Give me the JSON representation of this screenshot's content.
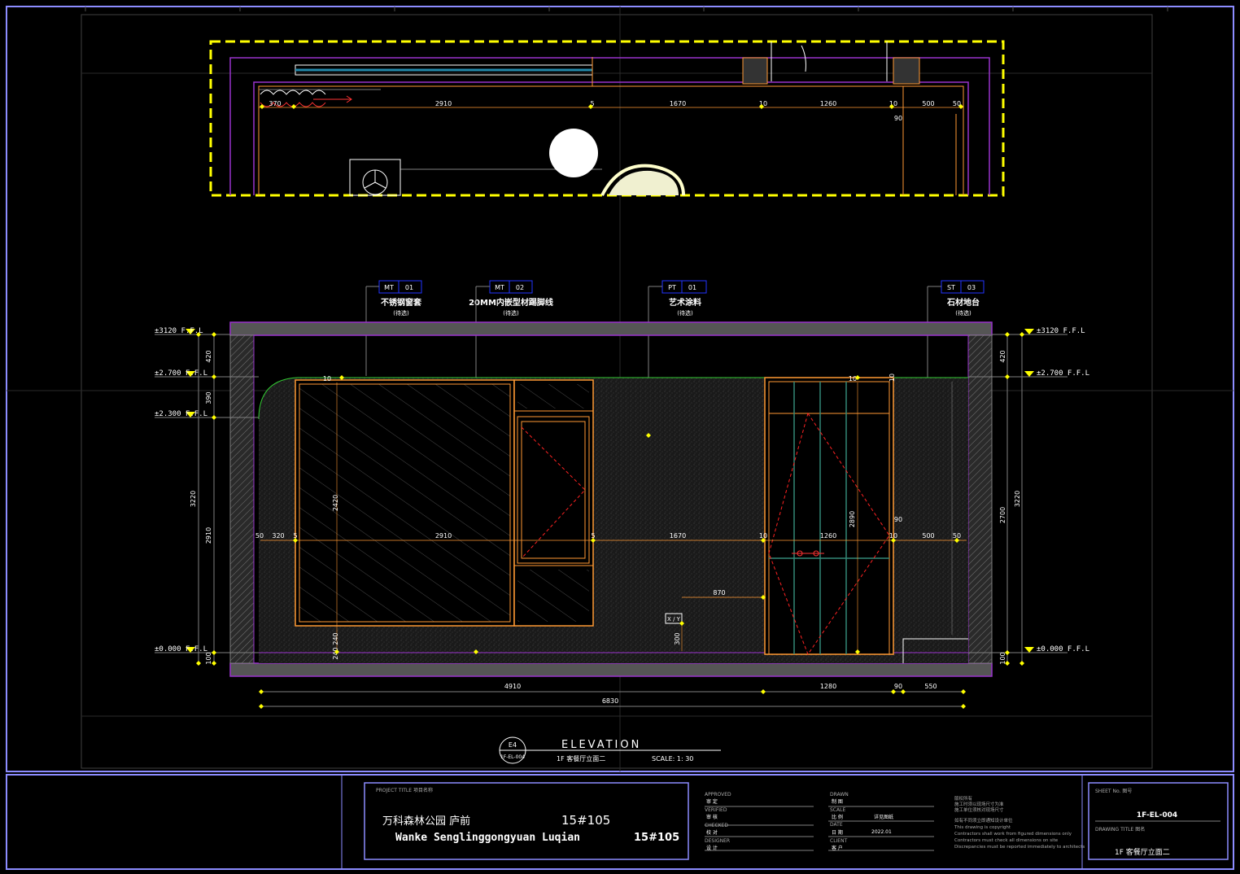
{
  "colors": {
    "background": "#000000",
    "frame": "#8c8cff",
    "yellow": "#ffff00",
    "purple": "#9933cc",
    "orange": "#ff9933",
    "white": "#ffffff",
    "gray": "#808080",
    "blue": "#2233ff",
    "red": "#ff2222",
    "green": "#33cc33",
    "teal": "#338877"
  },
  "plan": {
    "dims": [
      "370",
      "2910",
      "5",
      "1670",
      "10",
      "1260",
      "10",
      "500",
      "50",
      "90"
    ]
  },
  "materials": [
    {
      "code": "MT",
      "num": "01",
      "name": "不锈钢窗套",
      "note": "(待选)"
    },
    {
      "code": "MT",
      "num": "02",
      "name": "20MM内嵌型材踢脚线",
      "note": "(待选)"
    },
    {
      "code": "PT",
      "num": "01",
      "name": "艺术涂料",
      "note": "(待选)"
    },
    {
      "code": "ST",
      "num": "03",
      "name": "石材地台",
      "note": "(待选)"
    }
  ],
  "levels": {
    "left": [
      "±3120 F.F.L",
      "±2.700 F.F.L",
      "±2.300 F.F.L",
      "±0.000 F.F.L"
    ],
    "right": [
      "±3120 F.F.L",
      "±2.700 F.F.L",
      "±0.000 F.F.L"
    ]
  },
  "elevation": {
    "left_dims": [
      "420",
      "390",
      "3220",
      "2910",
      "240",
      "100"
    ],
    "right_dims": [
      "420",
      "3220",
      "2700",
      "100"
    ],
    "horizontal_dims": [
      "50",
      "320",
      "5",
      "2910",
      "5",
      "1670",
      "10",
      "1260",
      "10",
      "500",
      "50"
    ],
    "inner_dims": [
      "2420",
      "2890",
      "90",
      "870",
      "300",
      "240",
      "10",
      "10",
      "10"
    ],
    "switch_label": "X / Y",
    "bottom_dims": [
      "4910",
      "1280",
      "90",
      "550"
    ],
    "total_dim": "6830"
  },
  "title_block": {
    "drawing_no_top": "E4",
    "drawing_no_bottom": "1F-EL-004",
    "title": "ELEVATION",
    "subtitle": "1F  客餐厅立面二",
    "scale": "SCALE: 1: 30"
  },
  "project": {
    "label": "PROJECT TITLE   项目名称",
    "name_cn": "万科森林公园 庐前",
    "name_code_cn": "15#105",
    "name_en": "Wanke Senglinggongyuan Luqian",
    "name_code_en": "15#105"
  },
  "signatures": {
    "left": [
      {
        "en": "APPROVED",
        "cn": "审 定"
      },
      {
        "en": "VERIFIED",
        "cn": "审 核"
      },
      {
        "en": "CHECKED",
        "cn": "校 对"
      },
      {
        "en": "DESIGNER",
        "cn": "设 计"
      }
    ],
    "right": [
      {
        "en": "DRAWN",
        "cn": "制 图",
        "value": ""
      },
      {
        "en": "SCALE",
        "cn": "比 例",
        "value": "详见图纸"
      },
      {
        "en": "DATE",
        "cn": "日 期",
        "value": "2022.01"
      },
      {
        "en": "CLIENT",
        "cn": "客 户",
        "value": ""
      }
    ]
  },
  "notes": [
    "版权所有",
    "施工时须以现场尺寸为准",
    "施工单位须核对现场尺寸",
    "如有不同须立即通知设计单位",
    "This drawing is copyright",
    "Contractors shall work from figured dimensions only",
    "Contractors must check all dimensions on site",
    "Discrepancies must be reported immediately to architects"
  ],
  "sheet": {
    "label": "SHEET No.   图号",
    "number": "1F-EL-004",
    "title_label": "DRAWING TITLE     图名",
    "title": "1F  客餐厅立面二"
  }
}
